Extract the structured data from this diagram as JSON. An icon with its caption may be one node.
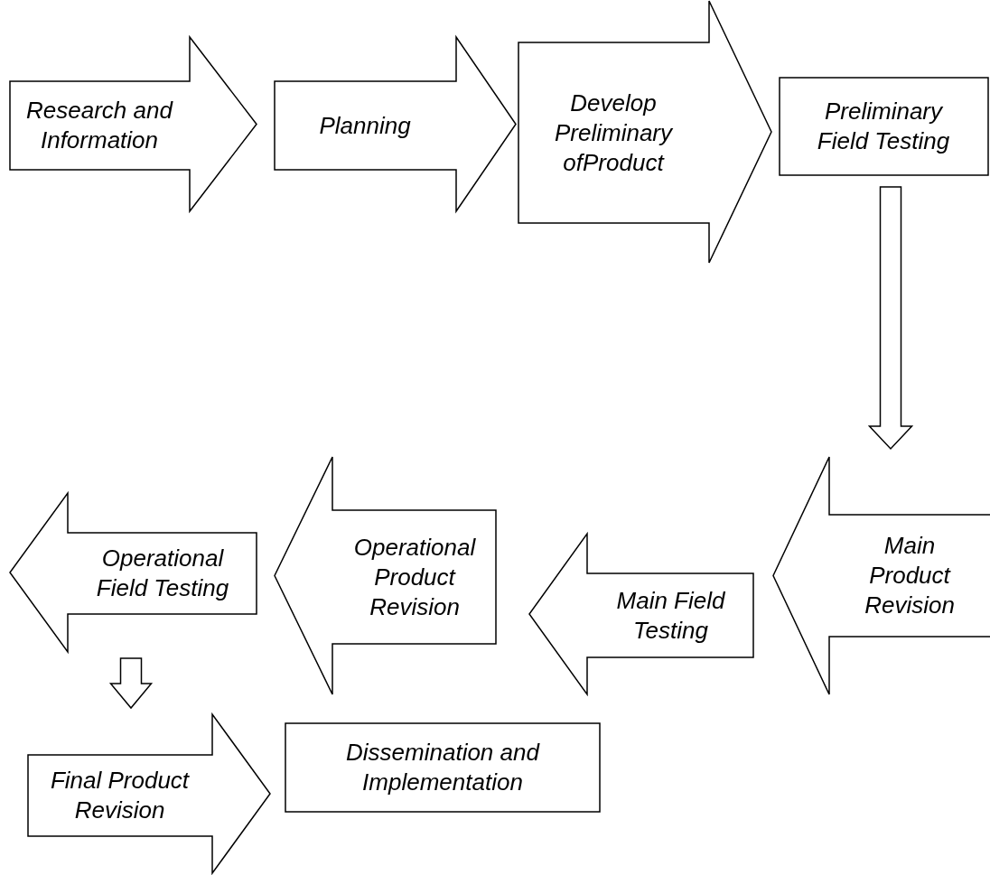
{
  "diagram": {
    "nodes": [
      {
        "text": [
          "Research and Information"
        ]
      },
      {
        "text": [
          "Planning"
        ]
      },
      {
        "text": [
          "Develop Preliminary ofProduct"
        ]
      },
      {
        "text": [
          "Preliminary Field Testing"
        ]
      },
      {
        "text": [
          "Main Product Revision"
        ]
      },
      {
        "text": [
          "Main Field Testing"
        ]
      },
      {
        "text": [
          "Operational Product Revision"
        ]
      },
      {
        "text": [
          "Operational Field Testing"
        ]
      },
      {
        "text": [
          "Final Product Revision"
        ]
      },
      {
        "text": [
          "Dissemination and Implementation"
        ]
      }
    ],
    "edges": [
      {
        "from": 3,
        "to": 4,
        "arrow": "to",
        "style": "thick"
      },
      {
        "from": 7,
        "to": 8,
        "arrow": "to",
        "style": "thick"
      }
    ]
  }
}
